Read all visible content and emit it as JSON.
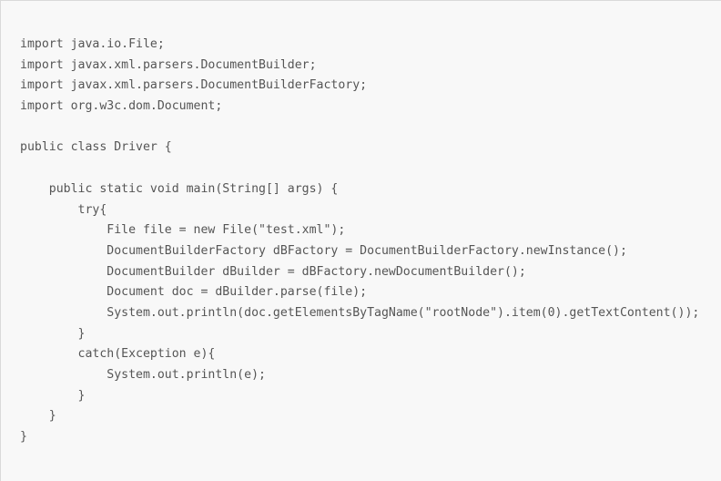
{
  "code": {
    "language": "java",
    "lines": [
      "import java.io.File;",
      "import javax.xml.parsers.DocumentBuilder;",
      "import javax.xml.parsers.DocumentBuilderFactory;",
      "import org.w3c.dom.Document;",
      "",
      "public class Driver {",
      "",
      "    public static void main(String[] args) {",
      "        try{",
      "            File file = new File(\"test.xml\");",
      "            DocumentBuilderFactory dBFactory = DocumentBuilderFactory.newInstance();",
      "            DocumentBuilder dBuilder = dBFactory.newDocumentBuilder();",
      "            Document doc = dBuilder.parse(file);",
      "            System.out.println(doc.getElementsByTagName(\"rootNode\").item(0).getTextContent());",
      "        }",
      "        catch(Exception e){",
      "            System.out.println(e);",
      "        }",
      "    }",
      "}"
    ]
  }
}
